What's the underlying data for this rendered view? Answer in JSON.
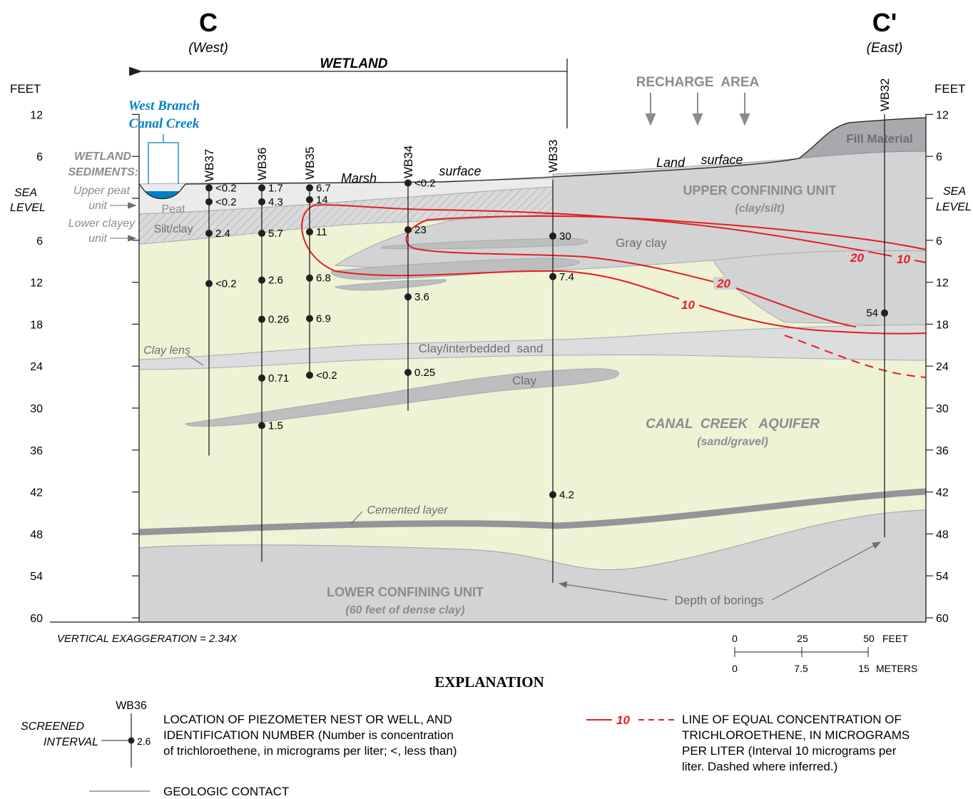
{
  "section": {
    "west_letter": "C",
    "west_dir": "(West)",
    "east_letter": "C'",
    "east_dir": "(East)",
    "wetland": "WETLAND",
    "recharge_area": "RECHARGE  AREA",
    "feet": "FEET",
    "sea": "SEA",
    "level": "LEVEL",
    "vertical_exaggeration": "VERTICAL EXAGGERATION = 2.34X"
  },
  "axis": {
    "ticks": [
      "12",
      "6",
      "6",
      "12",
      "18",
      "24",
      "30",
      "36",
      "42",
      "48",
      "54",
      "60"
    ]
  },
  "labels": {
    "west_branch_1": "West Branch",
    "west_branch_2": "Canal Creek",
    "wetland_sediments_1": "WETLAND",
    "wetland_sediments_2": "SEDIMENTS:",
    "upper_peat_1": "Upper peat",
    "upper_peat_2": "unit",
    "lower_clayey_1": "Lower clayey",
    "lower_clayey_2": "unit",
    "peat": "Peat",
    "silt_clay": "Silt/clay",
    "marsh": "Marsh",
    "surface": "surface",
    "land": "Land",
    "land_surface": "surface",
    "fill_material": "Fill Material",
    "upper_confining": "UPPER CONFINING UNIT",
    "upper_confining_sub": "(clay/silt)",
    "gray_clay": "Gray clay",
    "clay_lens": "Clay lens",
    "clay_interbedded": "Clay/interbedded  sand",
    "clay": "Clay",
    "aquifer": "CANAL  CREEK   AQUIFER",
    "aquifer_sub": "(sand/gravel)",
    "cemented_layer": "Cemented layer",
    "lower_confining": "LOWER CONFINING UNIT",
    "lower_confining_sub": "(60 feet of dense clay)",
    "depth_of_borings": "Depth of borings"
  },
  "contours": [
    {
      "label": "20",
      "color": "#e31e24"
    },
    {
      "label": "10",
      "color": "#e31e24"
    },
    {
      "label": "20",
      "color": "#e31e24"
    },
    {
      "label": "10",
      "color": "#e31e24"
    }
  ],
  "wells": [
    {
      "id": "WB37",
      "samples": [
        {
          "depth": -1.5,
          "value": "<0.2"
        },
        {
          "depth": 0.5,
          "value": "<0.2"
        },
        {
          "depth": 5,
          "value": "2.4"
        },
        {
          "depth": 12.2,
          "value": "<0.2"
        }
      ],
      "bottom_depth": 36.8
    },
    {
      "id": "WB36",
      "samples": [
        {
          "depth": -1.5,
          "value": "1.7"
        },
        {
          "depth": 0.5,
          "value": "4.3"
        },
        {
          "depth": 5,
          "value": "5.7"
        },
        {
          "depth": 11.7,
          "value": "2.6"
        },
        {
          "depth": 17.3,
          "value": "0.26"
        },
        {
          "depth": 25.7,
          "value": "0.71"
        },
        {
          "depth": 32.5,
          "value": "1.5"
        }
      ],
      "bottom_depth": 52
    },
    {
      "id": "WB35",
      "samples": [
        {
          "depth": -1.5,
          "value": "6.7"
        },
        {
          "depth": 0.2,
          "value": "14"
        },
        {
          "depth": 4.8,
          "value": "11"
        },
        {
          "depth": 11.4,
          "value": "6.8"
        },
        {
          "depth": 17.2,
          "value": "6.9"
        },
        {
          "depth": 25.3,
          "value": "<0.2"
        }
      ],
      "bottom_depth": 25.3
    },
    {
      "id": "WB34",
      "samples": [
        {
          "depth": -2.2,
          "value": "<0.2"
        },
        {
          "depth": 4.5,
          "value": "23"
        },
        {
          "depth": 14.1,
          "value": "3.6"
        },
        {
          "depth": 24.9,
          "value": "0.25"
        }
      ],
      "bottom_depth": 30.4
    },
    {
      "id": "WB33",
      "samples": [
        {
          "depth": 5.4,
          "value": "30"
        },
        {
          "depth": 11.2,
          "value": "7.4"
        },
        {
          "depth": 42.4,
          "value": "4.2"
        }
      ],
      "bottom_depth": 55
    },
    {
      "id": "WB32",
      "samples": [
        {
          "depth": 16.4,
          "value": "54"
        }
      ],
      "bottom_depth": 48.5
    }
  ],
  "scale_bar": {
    "feet_ticks": [
      "0",
      "25",
      "50"
    ],
    "feet_unit": "FEET",
    "meter_ticks": [
      "0",
      "7.5",
      "15"
    ],
    "meter_unit": "METERS"
  },
  "explanation": {
    "title": "EXPLANATION",
    "well_example_id": "WB36",
    "well_example_value": "2.6",
    "screened_1": "SCREENED",
    "screened_2": "INTERVAL",
    "well_desc_1": "LOCATION OF PIEZOMETER NEST OR WELL, AND",
    "well_desc_2": "IDENTIFICATION NUMBER (Number is concentration",
    "well_desc_3": "of trichloroethene, in micrograms per liter; <, less than)",
    "line_example_label": "10",
    "line_desc_1": "LINE OF EQUAL CONCENTRATION OF",
    "line_desc_2": "TRICHLOROETHENE, IN MICROGRAMS",
    "line_desc_3": "PER LITER (Interval 10 micrograms per",
    "line_desc_4": "liter. Dashed where inferred.)",
    "contact_desc": "GEOLOGIC CONTACT"
  },
  "colors": {
    "aquifer": "#eef3d6",
    "confining": "#d2d3d5",
    "clay_lens": "#bcbec0",
    "contour": "#e31e24",
    "creek": "#0081c6"
  }
}
